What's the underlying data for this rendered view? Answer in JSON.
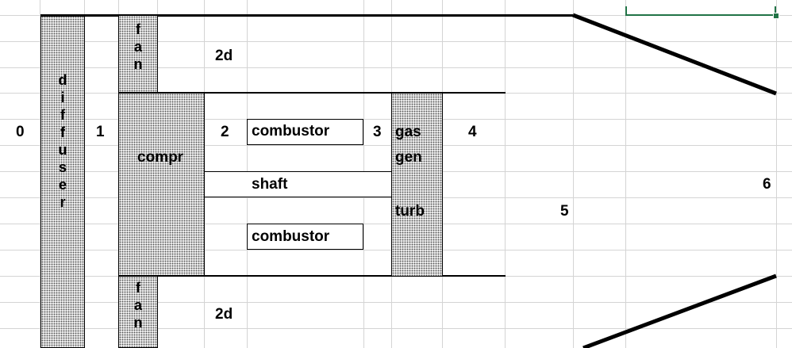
{
  "stations": {
    "s0": "0",
    "s1": "1",
    "s2": "2",
    "s2d_top": "2d",
    "s2d_bottom": "2d",
    "s3": "3",
    "s4": "4",
    "s5": "5",
    "s6": "6"
  },
  "components": {
    "diffuser_letters": [
      "d",
      "i",
      "f",
      "f",
      "u",
      "s",
      "e",
      "r"
    ],
    "fan_letters_top": [
      "f",
      "a",
      "n"
    ],
    "fan_letters_bottom": [
      "f",
      "a",
      "n"
    ],
    "compressor": "compr",
    "combustor_top": "combustor",
    "combustor_bottom": "combustor",
    "shaft": "shaft",
    "gas_gen_turbine_line1": "gas",
    "gas_gen_turbine_line2": "gen",
    "gas_gen_turbine_line3": "turb"
  },
  "colors": {
    "gridline": "#d4d4d4",
    "selection_green": "#217346",
    "outline": "#000000"
  }
}
